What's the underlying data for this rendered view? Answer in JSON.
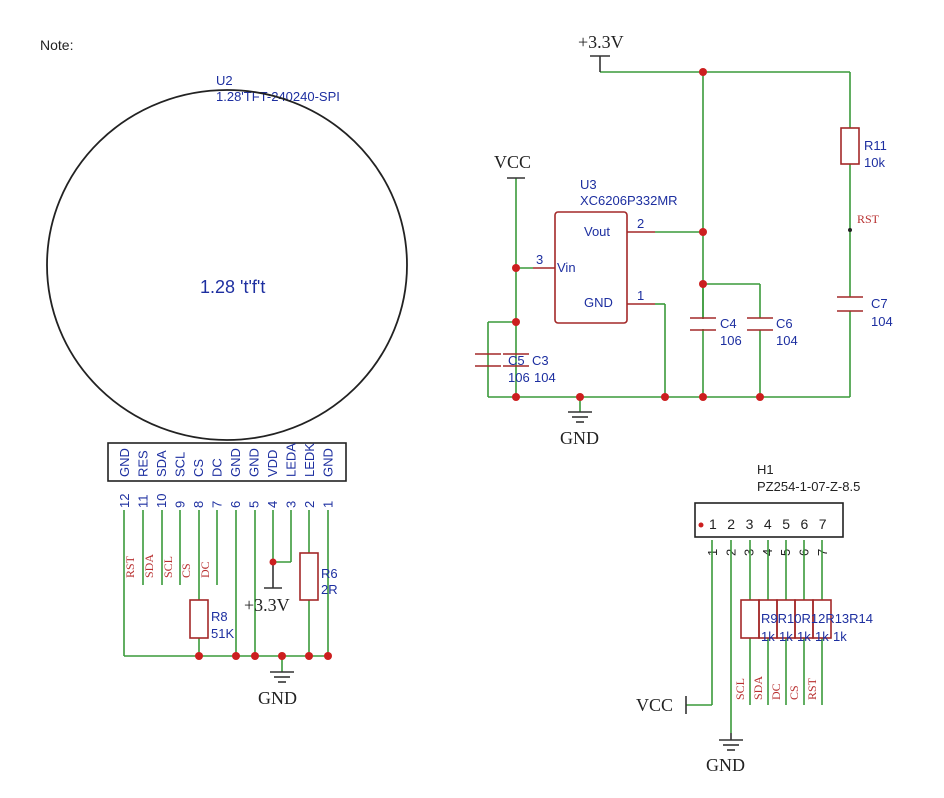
{
  "note": "Note:",
  "u2": {
    "ref": "U2",
    "value": "1.28'TFT-240240-SPI",
    "display_text": "1.28  't'f't",
    "pins": [
      {
        "num": "12",
        "name": "GND"
      },
      {
        "num": "11",
        "name": "RES"
      },
      {
        "num": "10",
        "name": "SDA"
      },
      {
        "num": "9",
        "name": "SCL"
      },
      {
        "num": "8",
        "name": "CS"
      },
      {
        "num": "7",
        "name": "DC"
      },
      {
        "num": "6",
        "name": "GND"
      },
      {
        "num": "5",
        "name": "GND"
      },
      {
        "num": "4",
        "name": "VDD"
      },
      {
        "num": "3",
        "name": "LEDA"
      },
      {
        "num": "2",
        "name": "LEDK"
      },
      {
        "num": "1",
        "name": "GND"
      }
    ],
    "nets": [
      "RST",
      "SDA",
      "SCL",
      "CS",
      "DC"
    ]
  },
  "r8": {
    "ref": "R8",
    "value": "51K"
  },
  "r6": {
    "ref": "R6",
    "value": "2R"
  },
  "u3": {
    "ref": "U3",
    "value": "XC6206P332MR",
    "pin_vout": "Vout",
    "pin_vin": "Vin",
    "pin_gnd": "GND",
    "num_vout": "2",
    "num_vin": "3",
    "num_gnd": "1"
  },
  "c4": {
    "ref": "C4",
    "value": "106"
  },
  "c6": {
    "ref": "C6",
    "value": "104"
  },
  "c5": {
    "ref": "C5",
    "value": "106"
  },
  "c3": {
    "ref": "C3",
    "value": "104"
  },
  "r11": {
    "ref": "R11",
    "value": "10k"
  },
  "c7": {
    "ref": "C7",
    "value": "104"
  },
  "rst_net": "RST",
  "h1": {
    "ref": "H1",
    "value": "PZ254-1-07-Z-8.5",
    "pins": [
      "1",
      "2",
      "3",
      "4",
      "5",
      "6",
      "7"
    ],
    "nets": [
      "SCL",
      "SDA",
      "DC",
      "CS",
      "RST"
    ]
  },
  "rpack": {
    "refs": "R9R10R12R13R14",
    "values": [
      "1k",
      "1k",
      "1k",
      "1k",
      "1k"
    ]
  },
  "power": {
    "v33": "+3.3V",
    "vcc": "VCC",
    "gnd": "GND"
  }
}
